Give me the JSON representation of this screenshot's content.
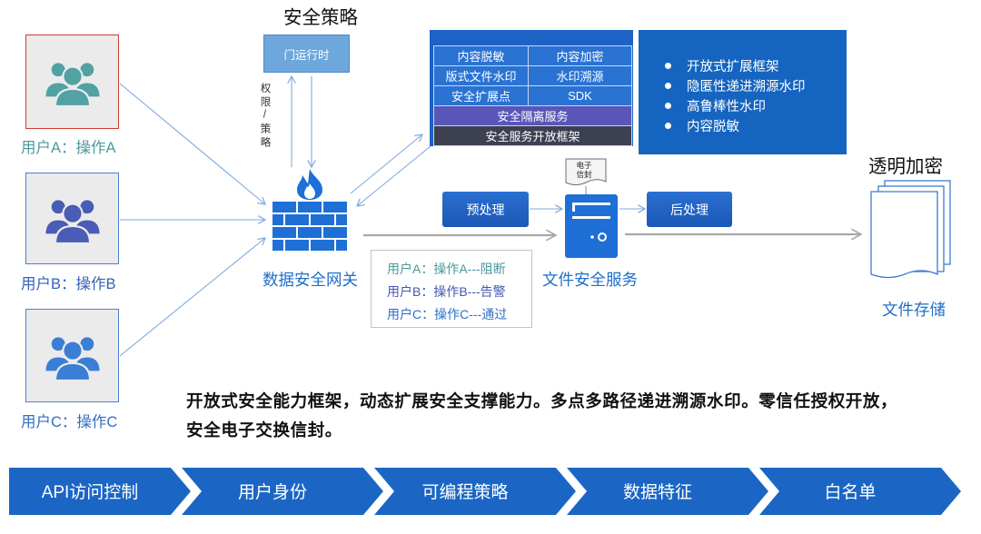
{
  "title": "安全策略",
  "runtime": "门运行时",
  "permission_label": "权限/策略",
  "users": [
    {
      "label": "用户A：操作A",
      "icon": "users-icon",
      "icon_color": "#52a1a3",
      "label_color": "#4a9a9c",
      "border_color": "#d23a30"
    },
    {
      "label": "用户B：操作B",
      "icon": "users-icon",
      "icon_color": "#4a5cb5",
      "label_color": "#3560b9",
      "border_color": "#4a80d3"
    },
    {
      "label": "用户C：操作C",
      "icon": "users-icon",
      "icon_color": "#3b7ed5",
      "label_color": "#2f6fc6",
      "border_color": "#4a80d3"
    }
  ],
  "gateway": {
    "label": "数据安全网关",
    "icon": "firewall-icon"
  },
  "capabilities": {
    "cells": [
      [
        "内容脱敏",
        "内容加密"
      ],
      [
        "版式文件水印",
        "水印溯源"
      ],
      [
        "安全扩展点",
        "SDK"
      ]
    ],
    "isolation": "安全隔离服务",
    "framework": "安全服务开放框架"
  },
  "features": [
    "开放式扩展框架",
    "隐匿性递进溯源水印",
    "高鲁棒性水印",
    "内容脱敏"
  ],
  "pre_process": "预处理",
  "envelope": {
    "label": "电子信封",
    "icon": "envelope-icon"
  },
  "file_service": {
    "label": "文件安全服务",
    "icon": "server-icon"
  },
  "post_process": "后处理",
  "policy_results": [
    {
      "text": "用户A：操作A---阻断",
      "color": "#4a9a9c"
    },
    {
      "text": "用户B：操作B---告警",
      "color": "#4658b0"
    },
    {
      "text": "用户C：操作C---通过",
      "color": "#2f6fc6"
    }
  ],
  "storage": {
    "title": "透明加密",
    "label": "文件存储",
    "icon": "document-stack-icon"
  },
  "summary": [
    "开放式安全能力框架，动态扩展安全支撑能力。多点多路径递进溯源水印。零信任授权开放，",
    "安全电子交换信封。"
  ],
  "pipeline": [
    "API访问控制",
    "用户身份",
    "可编程策略",
    "数据特征",
    "白名单"
  ],
  "colors": {
    "label_blue": "#1f6fc8",
    "capability_bg": "#1d62c4",
    "capability_cell": "#2a73d3",
    "isolation_bar": "#5a56b9",
    "framework_bar": "#3d4050",
    "feature_panel": "#1565c0",
    "pipeline_fill": "#1b66c4",
    "connector_blue": "#7fa9dc",
    "connector_gray": "#a9a9a9",
    "icon_blue": "#1e6fd6"
  }
}
